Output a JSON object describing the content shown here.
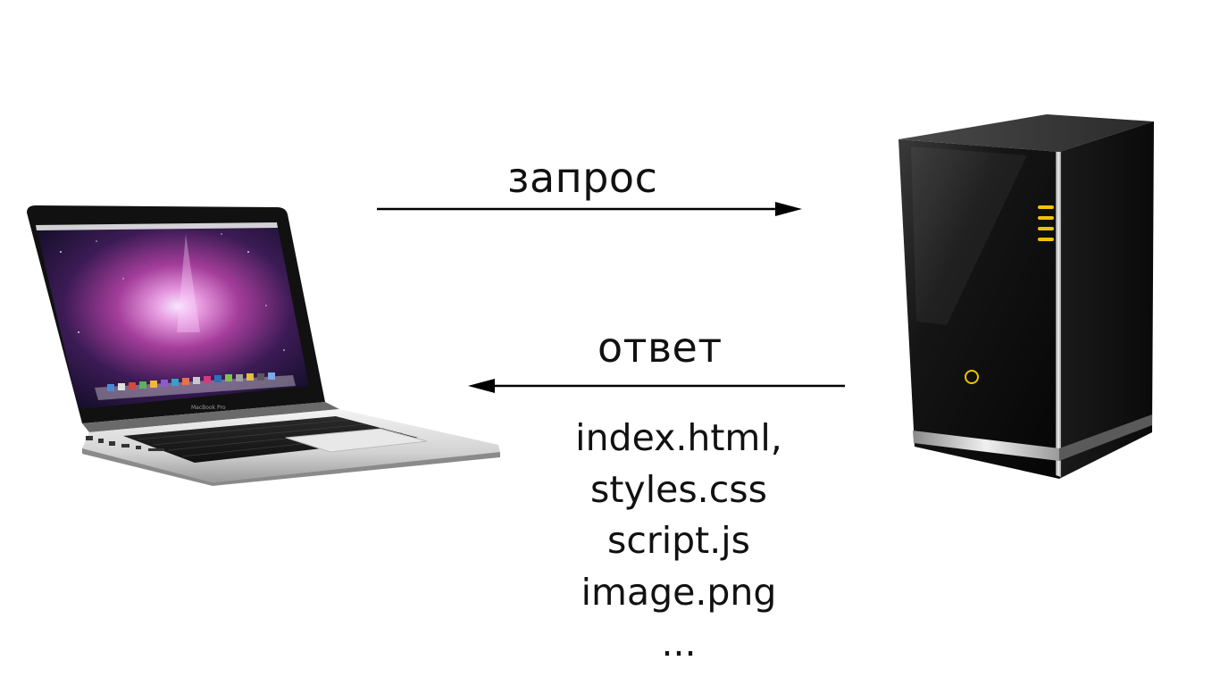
{
  "diagram": {
    "request": {
      "label": "запрос"
    },
    "response": {
      "label": "ответ",
      "files": [
        "index.html,",
        "styles.css",
        "script.js",
        "image.png",
        "..."
      ]
    },
    "client": {
      "icon": "laptop-icon",
      "brand_text": "MacBook Pro"
    },
    "server": {
      "icon": "server-tower-icon"
    },
    "colors": {
      "background": "#ffffff",
      "text": "#111111",
      "arrow": "#000000",
      "server_body": "#111111",
      "server_led": "#f2c200",
      "laptop_body": "#d9d9d9"
    }
  }
}
